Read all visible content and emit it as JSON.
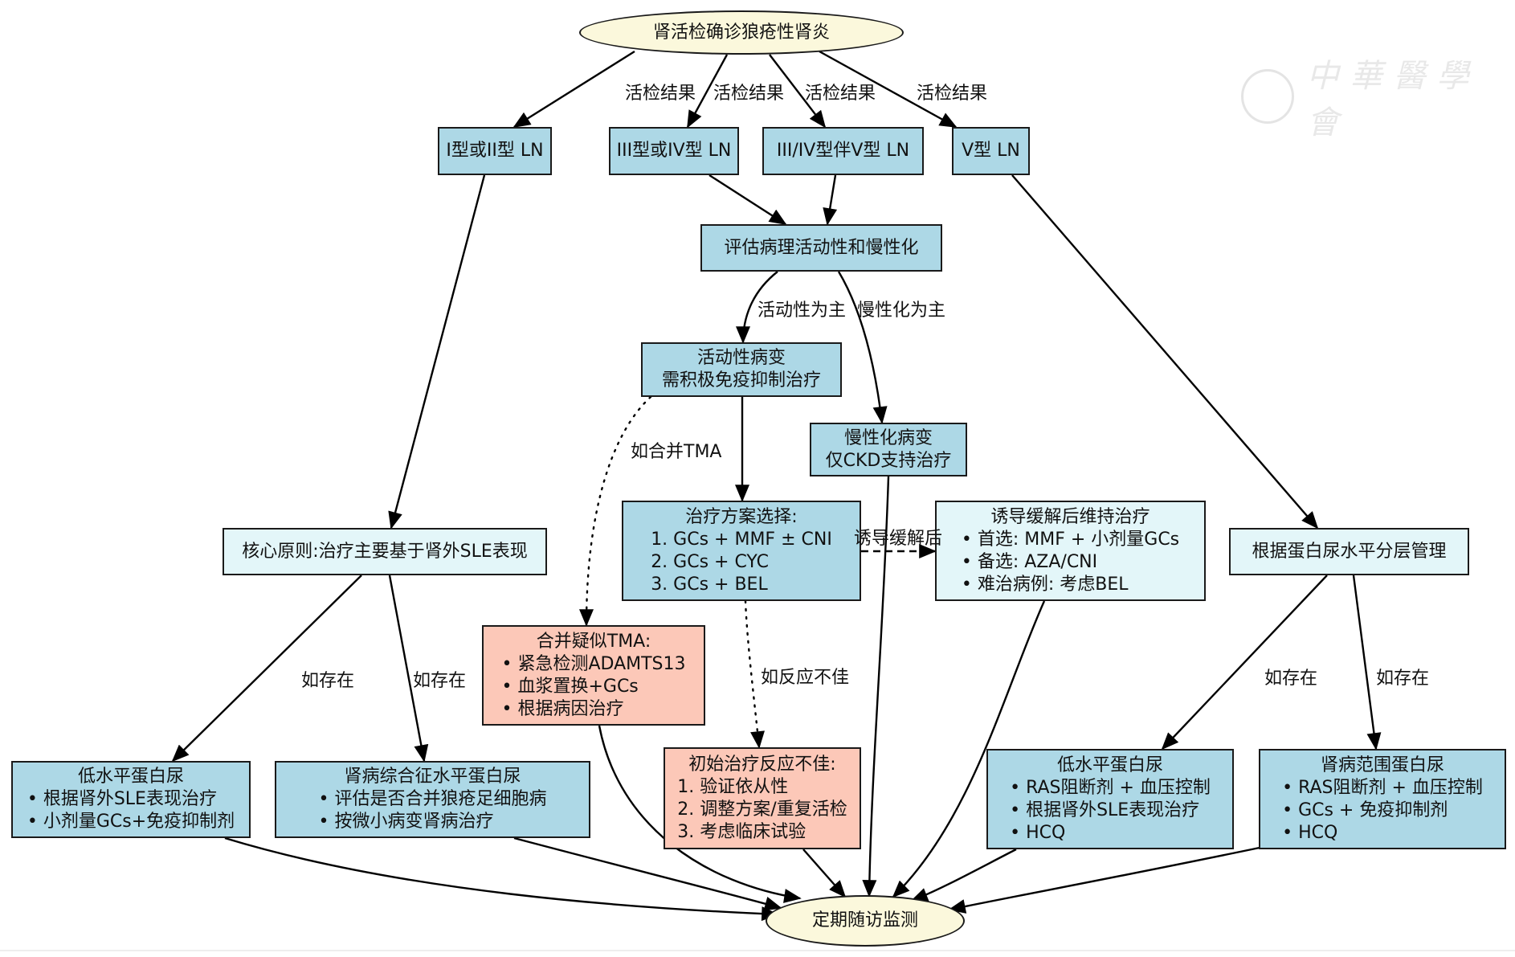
{
  "watermark": {
    "text": "中華醫學會",
    "icon": "cma-seal-icon"
  },
  "nodes": {
    "start": "肾活检确诊狼疮性肾炎",
    "class12": "I型或II型  LN",
    "class34": "III型或IV型  LN",
    "class34v": "III/IV型伴V型  LN",
    "class5": "V型  LN",
    "assess": "评估病理活动性和慢性化",
    "active": {
      "line1": "活动性病变",
      "line2": "需积极免疫抑制治疗"
    },
    "chronic": {
      "line1": "慢性化病变",
      "line2": "仅CKD支持治疗"
    },
    "regimen": {
      "title": "治疗方案选择:",
      "items": [
        "1. GCs + MMF ± CNI",
        "2. GCs + CYC",
        "3. GCs + BEL"
      ]
    },
    "maintenance": {
      "title": "诱导缓解后维持治疗",
      "items": [
        "首选: MMF + 小剂量GCs",
        "备选: AZA/CNI",
        "难治病例: 考虑BEL"
      ]
    },
    "core": "核心原则:治疗主要基于肾外SLE表现",
    "stratify": "根据蛋白尿水平分层管理",
    "tma": {
      "title": "合并疑似TMA:",
      "items": [
        "紧急检测ADAMTS13",
        "血浆置换+GCs",
        "根据病因治疗"
      ]
    },
    "poor": {
      "title": "初始治疗反应不佳:",
      "items": [
        "1. 验证依从性",
        "2. 调整方案/重复活检",
        "3. 考虑临床试验"
      ]
    },
    "low_left": {
      "title": "低水平蛋白尿",
      "items": [
        "根据肾外SLE表现治疗",
        "小剂量GCs+免疫抑制剂"
      ]
    },
    "nephrotic_left": {
      "title": "肾病综合征水平蛋白尿",
      "items": [
        "评估是否合并狼疮足细胞病",
        "按微小病变肾病治疗"
      ]
    },
    "low_right": {
      "title": "低水平蛋白尿",
      "items": [
        "RAS阻断剂 + 血压控制",
        "根据肾外SLE表现治疗",
        "HCQ"
      ]
    },
    "nephrotic_right": {
      "title": "肾病范围蛋白尿",
      "items": [
        "RAS阻断剂 + 血压控制",
        "GCs + 免疫抑制剂",
        "HCQ"
      ]
    },
    "end": "定期随访监测"
  },
  "edge_labels": {
    "biopsy1": "活检结果",
    "biopsy2": "活检结果",
    "biopsy3": "活检结果",
    "biopsy4": "活检结果",
    "active_main": "活动性为主",
    "chronic_main": "慢性化为主",
    "if_tma": "如合并TMA",
    "after_induction": "诱导缓解后",
    "if_poor": "如反应不佳",
    "if_present_1": "如存在",
    "if_present_2": "如存在",
    "if_present_3": "如存在",
    "if_present_4": "如存在"
  },
  "colors": {
    "blue_node": "#add8e6",
    "light_node": "#e3f6f9",
    "pink_node": "#fcc8b8",
    "ellipse_node": "#fbf8dc"
  }
}
